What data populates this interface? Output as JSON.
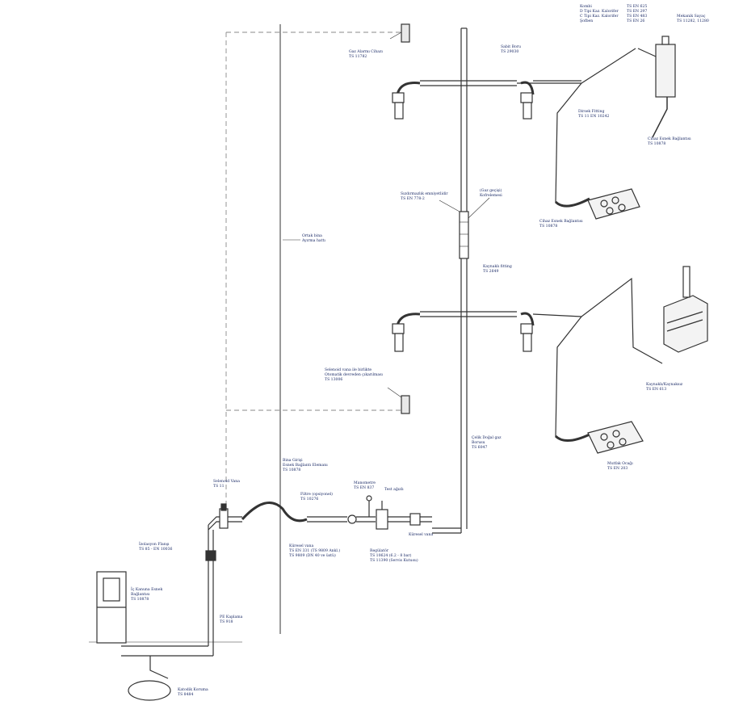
{
  "labels": {
    "gas_alarm": [
      "Gaz Alarmı Cihazı",
      "TS 11782"
    ],
    "dist_box": [
      "Kombi",
      "D Tipi Kaz. Kalorifer",
      "C Tipi Kaz. Kalorifer",
      "Şofben"
    ],
    "dist_codes": [
      "TS EN 625",
      "TS EN 297",
      "TS EN 483",
      "TS EN 26"
    ],
    "bracket_flow": [
      "Sabit Boru",
      "TS 29030"
    ],
    "elbow_fitting": [
      "Dirsek Fitting",
      "TS 11 EN 10242"
    ],
    "wall_socket": [
      "Mekanik Sayaç",
      "TS 11282, 11280"
    ],
    "flex_conn_top": [
      "Cihaz Esnek Bağlantısı",
      "TS 10878"
    ],
    "flex_conn_low": [
      "Cihaz Esnek Bağlantısı",
      "TS 10878"
    ],
    "gas_cabinet": [
      "(Gaz geçişi)",
      "Kofrelemesi"
    ],
    "steel_pipe": [
      "Sızdırmazlık emniyetlidir",
      "TS EN 778-2"
    ],
    "coupling": [
      "Kaynaklı fitting",
      "TS 2649"
    ],
    "shared_line": [
      "Ortak bina",
      "Ayırma hattı"
    ],
    "solenoid": [
      "Selenoid vana ile birlikte",
      "Otomatik devreden çıkarılması"
    ],
    "solenoid_code": [
      "TS 13006"
    ],
    "vertical_pipe": [
      "Çelik Doğal gaz",
      "Borusu",
      "TS 6047"
    ],
    "heater": [
      "Kaynaklı/Kaynaksız",
      "TS EN 613"
    ],
    "stove": [
      "Mutfak Ocağı",
      "TS EN 203"
    ],
    "main_conn": [
      "Bina Girişi",
      "Esnek Bağlantı Elemanı",
      "TS 10878"
    ],
    "filter": [
      "Filtre (opsiyonel)",
      "TS 10276"
    ],
    "manometer": [
      "Manometre",
      "TS EN 837"
    ],
    "test_port": [
      "Test ağızlı"
    ],
    "ball_valve": [
      "Küresel vana"
    ],
    "ball_valve_2": [
      "Küresel vana",
      "TS EN 331 (TS 9809 Ankl.)",
      "TS 9809 (DN 40 ve üstü)"
    ],
    "regulator": [
      "Regülatör",
      "TS 10624 (6.2 - 8 bar)",
      "TS 11390 (Servis Kutusu)"
    ],
    "solenoid_valve": [
      "Selenoid Vana",
      "TS 11"
    ],
    "insulation": [
      "İzolasyon Flanşı",
      "TS 85 - EN 10036"
    ],
    "isolation_conn": [
      "İç Kanuna Esnek",
      "Bağlantısı",
      "TS 10878"
    ],
    "pe_pipe": [
      "PE Kaplama",
      "TS 918"
    ],
    "cathodic": [
      "Katodik Koruma",
      "TS 8484"
    ]
  },
  "colors": {
    "line": "#333333",
    "label": "#1a2a66",
    "dash": "#8a8a8a"
  }
}
